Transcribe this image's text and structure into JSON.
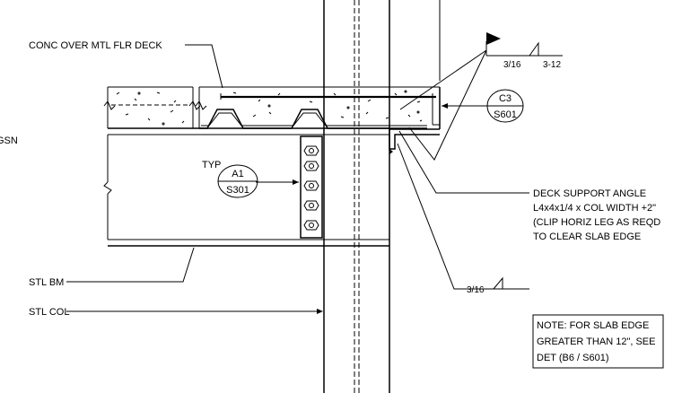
{
  "labels": {
    "deck": "CONC OVER MTL FLR DECK",
    "gsn": "GSN",
    "typ": "TYP",
    "stl_bm": "STL BM",
    "stl_col": "STL COL",
    "weld_top_size": "3/16",
    "weld_top_spacing": "3-12",
    "weld_bottom_size": "3/16",
    "angle_note": [
      "DECK SUPPORT ANGLE",
      "L4x4x1/4 x COL WIDTH +2\"",
      "(CLIP HORIZ LEG AS REQD",
      "TO CLEAR SLAB EDGE"
    ],
    "slab_note": [
      "NOTE: FOR SLAB EDGE",
      "GREATER THAN 12\", SEE",
      "DET  (B6 / S601)"
    ]
  },
  "callouts": {
    "a1": {
      "detail": "A1",
      "sheet": "S301"
    },
    "c3": {
      "detail": "C3",
      "sheet": "S601"
    }
  },
  "colors": {
    "line": "#000000",
    "background": "#ffffff"
  }
}
